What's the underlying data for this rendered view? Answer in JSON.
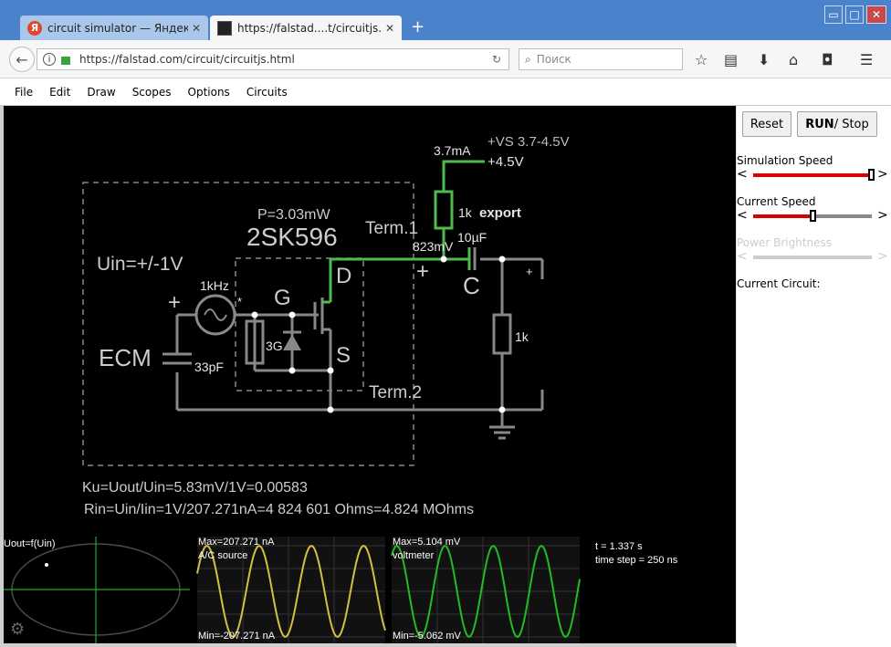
{
  "browser": {
    "tabs": [
      {
        "title": "circuit simulator — Яндекс: н...",
        "icon": "yandex-icon",
        "active": false
      },
      {
        "title": "https://falstad....t/circuitjs.html",
        "icon": "circuitjs-favicon",
        "active": true
      }
    ],
    "new_tab": "+",
    "window_buttons": {
      "minimize": "▭",
      "maximize": "□",
      "close": "✕"
    },
    "url": "https://falstad.com/circuit/circuitjs.html",
    "search_placeholder": "Поиск"
  },
  "menu": {
    "items": [
      "File",
      "Edit",
      "Draw",
      "Scopes",
      "Options",
      "Circuits"
    ]
  },
  "circuit": {
    "labels": {
      "current": "3.7mA",
      "vs_label": "+VS 3.7-4.5V",
      "vs_value": "+4.5V",
      "r1": "1k",
      "export": "export",
      "term1": "Term.1",
      "node_voltage": "823mV",
      "cap_out": "10µF",
      "power": "P=3.03mW",
      "transistor": "2SK596",
      "uin": "Uin=+/-1V",
      "freq": "1kHz",
      "star": "*",
      "gate": "G",
      "drain": "D",
      "source": "S",
      "plus1": "+",
      "plus2": "+",
      "plus3": "+",
      "cap_letter": "C",
      "r_gate": "3G",
      "ecm": "ECM",
      "ecm_cap": "33pF",
      "r2": "1k",
      "term2": "Term.2",
      "ku": "Ku=Uout/Uin=5.83mV/1V=0.00583",
      "rin": "Rin=Uin/Iin=1V/207.271nA=4 824 601 Ohms=4.824 MOhms"
    }
  },
  "scopes": [
    {
      "title": "Uout=f(Uin)"
    },
    {
      "max": "Max=207.271 nA",
      "name": "A/C source",
      "min": "Min=-207.271 nA",
      "color": "#d4c040"
    },
    {
      "max": "Max=5.104 mV",
      "name": "voltmeter",
      "min": "Min=-5.062 mV",
      "color": "#22bb22"
    },
    {
      "time": "t = 1.337 s",
      "step": "time step = 250 ns"
    }
  ],
  "side": {
    "reset": "Reset",
    "run": "RUN",
    "stop": " / Stop",
    "sim_speed": "Simulation Speed",
    "cur_speed": "Current Speed",
    "power_brightness": "Power Brightness",
    "current_circuit": "Current Circuit:",
    "sim_speed_value": 0.99,
    "cur_speed_value": 0.5,
    "power_brightness_value": 0.5
  },
  "colors": {
    "wire": "#888888",
    "live": "#4dbb4d",
    "text": "#e6e6e6"
  }
}
